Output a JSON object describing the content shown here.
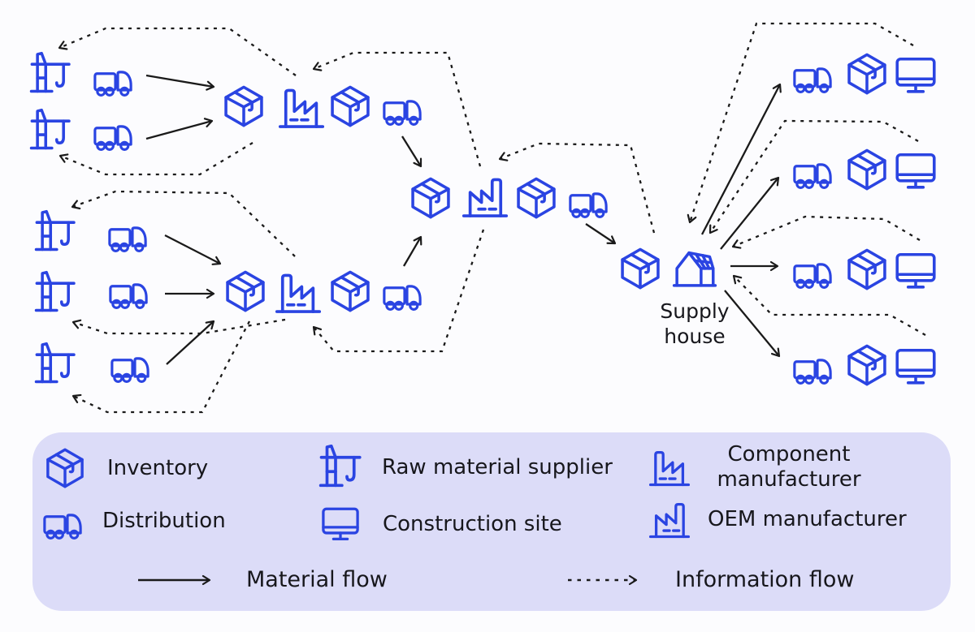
{
  "colors": {
    "icon_blue": "#2a44e2",
    "legend_bg": "#dcdcf8",
    "arrow_black": "#1a1a1a",
    "text_dark": "#17171c",
    "page_bg": "#fcfcfe"
  },
  "diagram": {
    "supply_house_label": "Supply house",
    "icons": {
      "inventory": "package-box-icon",
      "distribution": "truck-icon",
      "raw_material_supplier": "crane-icon",
      "component_manufacturer": "factory-chimney-left-icon",
      "oem_manufacturer": "factory-chimney-right-icon",
      "construction_site": "monitor-icon",
      "supply_house": "solar-roof-house-icon"
    }
  },
  "legend": {
    "items": [
      {
        "icon": "inventory-icon",
        "label": "Inventory"
      },
      {
        "icon": "distribution-icon",
        "label": "Distribution"
      },
      {
        "icon": "raw-material-supplier-icon",
        "label": "Raw material supplier"
      },
      {
        "icon": "construction-site-icon",
        "label": "Construction site"
      },
      {
        "icon": "component-manufacturer-icon",
        "label": "Component manufacturer"
      },
      {
        "icon": "oem-manufacturer-icon",
        "label": "OEM manufacturer"
      }
    ],
    "flows": [
      {
        "icon": "material-flow-arrow",
        "style": "solid",
        "label": "Material flow"
      },
      {
        "icon": "information-flow-arrow",
        "style": "dashed",
        "label": "Information flow"
      }
    ]
  }
}
